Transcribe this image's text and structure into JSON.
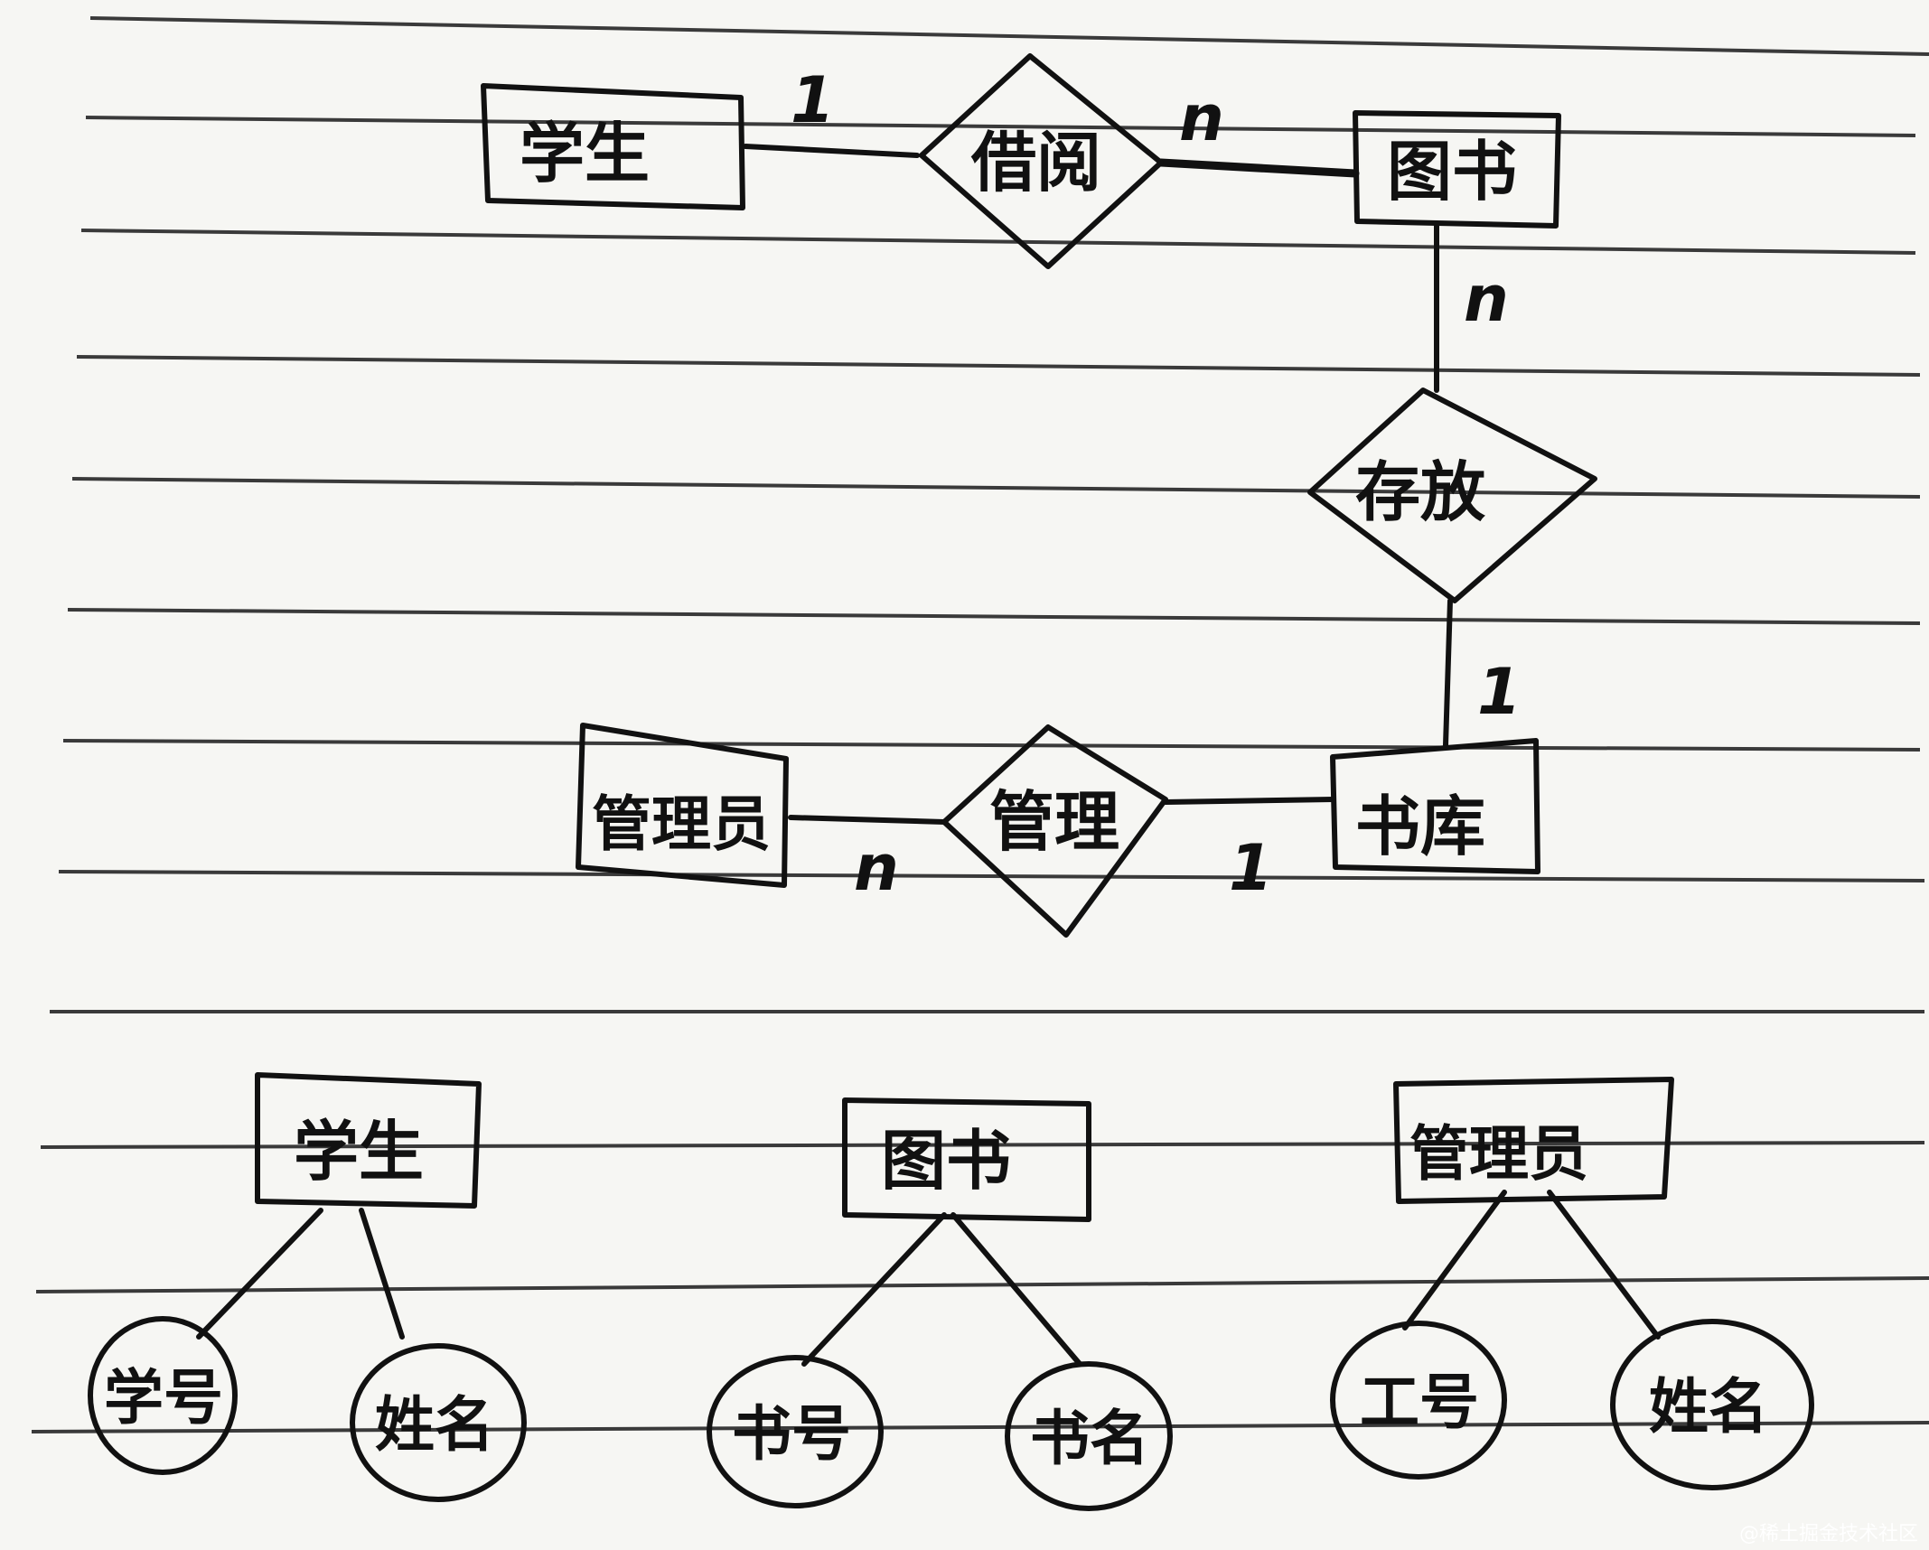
{
  "er": {
    "entities": {
      "student": "学生",
      "book": "图书",
      "warehouse": "书库",
      "admin": "管理员"
    },
    "relations": {
      "borrow": "借阅",
      "store": "存放",
      "manage": "管理"
    },
    "cardinalities": {
      "student_borrow": "1",
      "borrow_book": "n",
      "book_store": "n",
      "store_warehouse": "1",
      "admin_manage": "n",
      "manage_warehouse": "1"
    }
  },
  "attributes": {
    "student": {
      "entity": "学生",
      "attrs": [
        "学号",
        "姓名"
      ]
    },
    "book": {
      "entity": "图书",
      "attrs": [
        "书号",
        "书名"
      ]
    },
    "admin": {
      "entity": "管理员",
      "attrs": [
        "工号",
        "姓名"
      ]
    }
  },
  "watermark": "@稀土掘金技术社区"
}
